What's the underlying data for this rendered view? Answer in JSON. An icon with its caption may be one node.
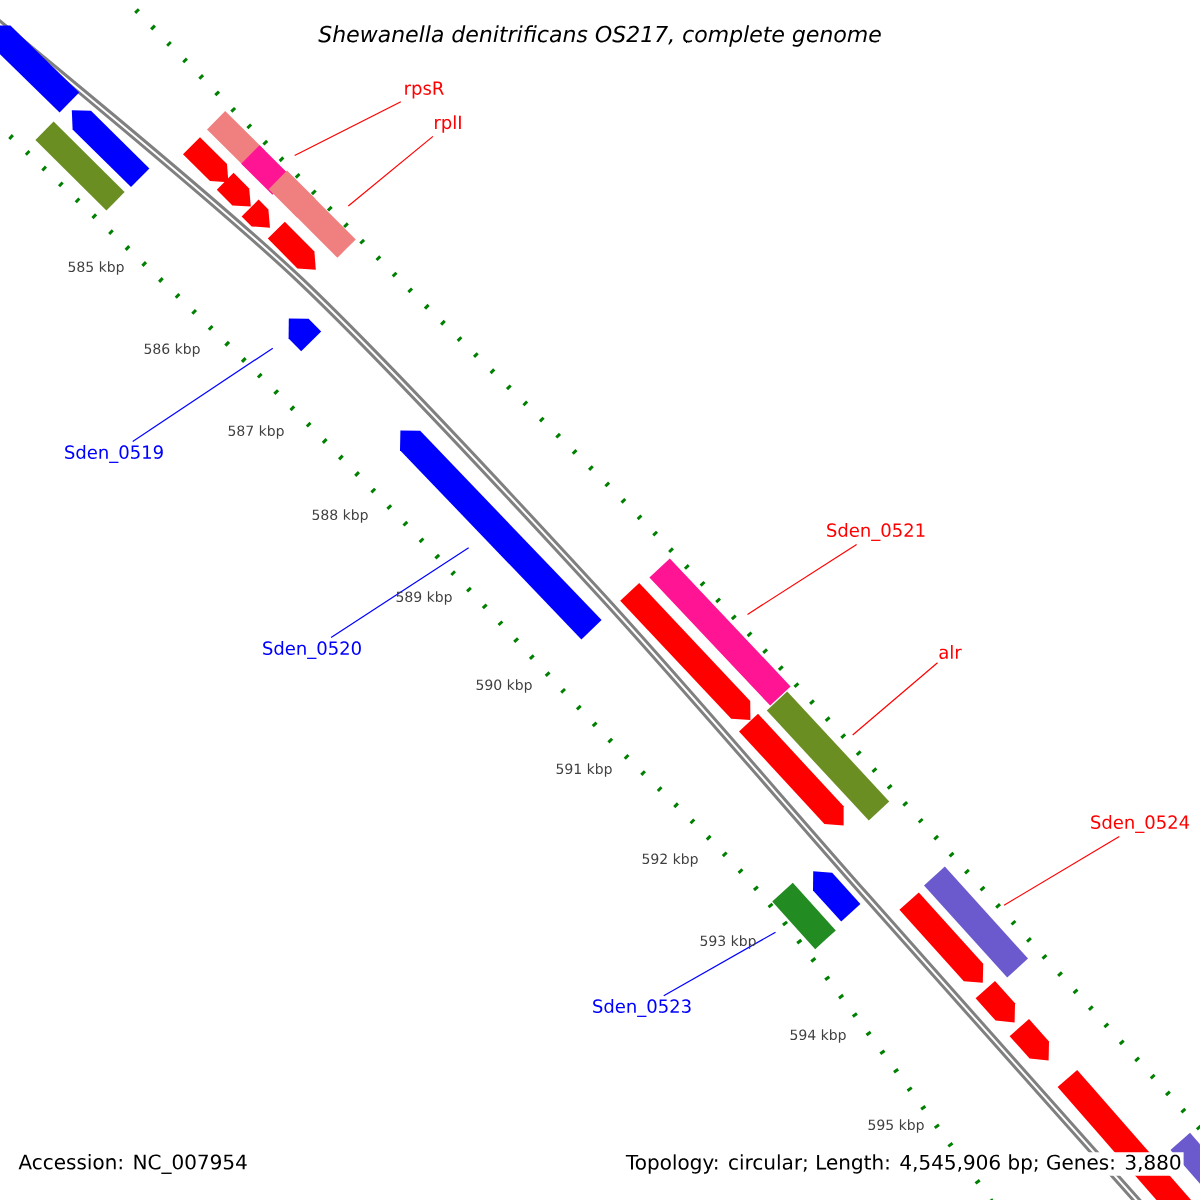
{
  "diagram": {
    "title": "Shewanella denitrificans OS217, complete genome",
    "nodes": [
      {
        "text": [
          "rpsR"
        ]
      },
      {
        "text": [
          "rplI"
        ]
      },
      {
        "text": [
          "Sden_0519"
        ]
      },
      {
        "text": [
          "Sden_0520"
        ]
      },
      {
        "text": [
          "Sden_0521"
        ]
      },
      {
        "text": [
          "alr"
        ]
      },
      {
        "text": [
          "Sden_0524"
        ]
      },
      {
        "text": [
          "Sden_0523"
        ]
      },
      {
        "text": [],
        "shape": "pentagon"
      },
      {
        "text": [],
        "shape": "bar"
      },
      {
        "text": [],
        "shape": "pentagon"
      },
      {
        "text": [],
        "shape": "pentagon"
      },
      {
        "text": [],
        "shape": "bar"
      },
      {
        "text": [],
        "shape": "bar"
      },
      {
        "text": [],
        "shape": "pentagon"
      },
      {
        "text": [],
        "shape": "bar"
      },
      {
        "text": [],
        "shape": "pentagon"
      },
      {
        "text": [],
        "shape": "bar"
      },
      {
        "text": [],
        "shape": "pentagon"
      },
      {
        "text": [],
        "shape": "pentagon"
      },
      {
        "text": [],
        "shape": "pentagon"
      },
      {
        "text": [],
        "shape": "bar"
      },
      {
        "text": [],
        "shape": "pentagon"
      },
      {
        "text": [],
        "shape": "bar"
      },
      {
        "text": [],
        "shape": "pentagon"
      },
      {
        "text": [],
        "shape": "pentagon"
      },
      {
        "text": [],
        "shape": "bar"
      },
      {
        "text": [],
        "shape": "bar"
      },
      {
        "text": [],
        "shape": "pentagon"
      },
      {
        "text": [],
        "shape": "pentagon"
      },
      {
        "text": [],
        "shape": "pentagon"
      },
      {
        "text": [],
        "shape": "pentagon"
      },
      {
        "text": [],
        "shape": "bar"
      }
    ],
    "edges": [
      {
        "from": 0,
        "to": 13,
        "arrow": "none"
      },
      {
        "from": 1,
        "to": 17,
        "arrow": "none"
      },
      {
        "from": 2,
        "to": 19,
        "arrow": "none",
        "color": "#0000ff"
      },
      {
        "from": 3,
        "to": 20,
        "arrow": "none",
        "color": "#0000ff"
      },
      {
        "from": 4,
        "to": 21,
        "arrow": "none"
      },
      {
        "from": 5,
        "to": 23,
        "arrow": "none"
      },
      {
        "from": 6,
        "to": 27,
        "arrow": "none"
      },
      {
        "from": 7,
        "to": 26,
        "arrow": "none",
        "color": "#0000ff"
      }
    ],
    "labels": [
      "585 kbp",
      "586 kbp",
      "587 kbp",
      "588 kbp",
      "589 kbp",
      "590 kbp",
      "591 kbp",
      "592 kbp",
      "593 kbp",
      "594 kbp",
      "595 kbp",
      "Accession: NC_007954",
      "Topology: circular; Length: 4,545,906 bp; Genes: 3,880"
    ]
  }
}
